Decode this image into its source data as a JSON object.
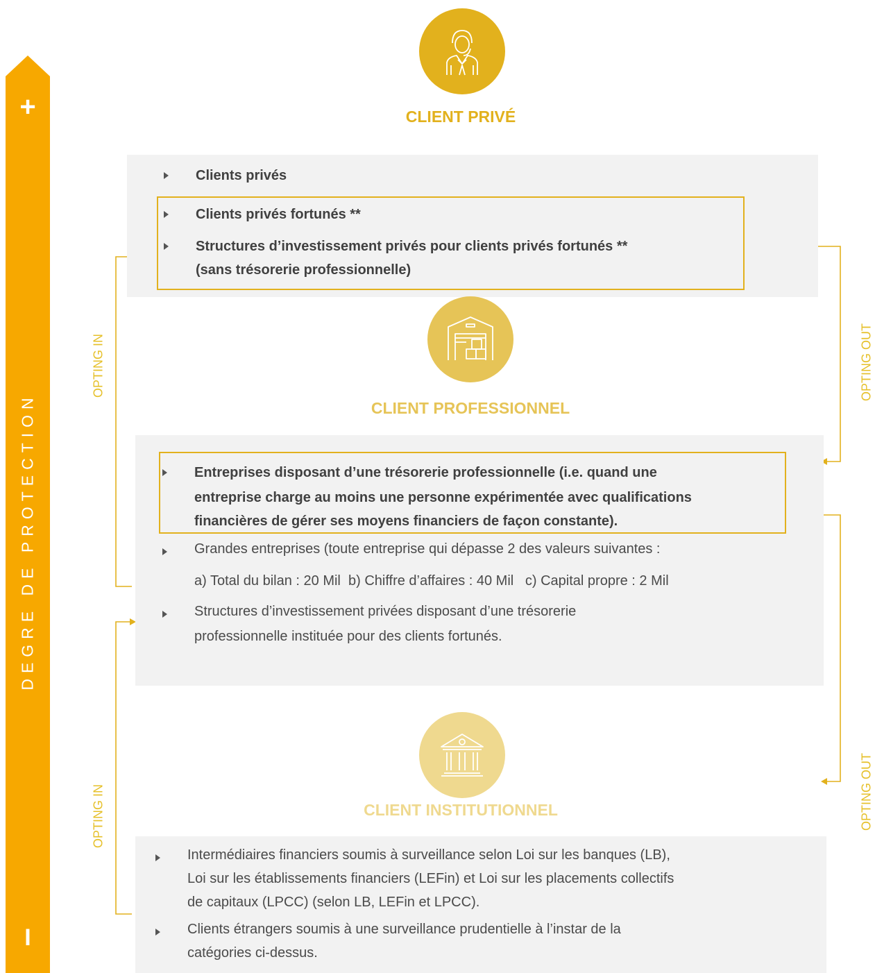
{
  "scale": {
    "title": "DEGRE DE PROTECTION",
    "top_symbol": "+",
    "bottom_symbol": "I"
  },
  "colors": {
    "bar": "#f7a800",
    "gold": "#e2b11d",
    "gold_mid": "#e6c457",
    "gold_light": "#efd98f",
    "panel": "#f2f2f2"
  },
  "categories": {
    "prive": {
      "title": "CLIENT PRIVÉ",
      "icon": "customer-service-agent-icon",
      "items": [
        {
          "text": "Clients privés"
        },
        {
          "text": "Clients privés fortunés **"
        },
        {
          "line1": "Structures d’investissement privés pour clients privés fortunés **",
          "line2": "(sans trésorerie professionnelle)"
        }
      ]
    },
    "professionnel": {
      "title": "CLIENT PROFESSIONNEL",
      "icon": "warehouse-icon",
      "items": [
        {
          "line1": "Entreprises disposant d’une trésorerie professionnelle (i.e. quand une",
          "line2": "entreprise charge au moins une personne expérimentée avec qualifications",
          "line3": "financières de gérer ses moyens financiers de façon constante)."
        },
        {
          "line1": "Grandes entreprises (toute entreprise qui dépasse 2 des valeurs suivantes :",
          "line2": "a) Total du bilan : 20 Mil  b) Chiffre d’affaires : 40 Mil   c) Capital propre : 2 Mil"
        },
        {
          "line1": "Structures d’investissement privées disposant d’une trésorerie",
          "line2": "professionnelle instituée pour des clients fortunés."
        }
      ]
    },
    "institutionnel": {
      "title": "CLIENT INSTITUTIONNEL",
      "icon": "bank-building-icon",
      "items": [
        {
          "line1": "Intermédiaires financiers soumis à surveillance selon Loi sur les banques (LB),",
          "line2": "Loi sur les établissements financiers (LEFin) et Loi sur les placements collectifs",
          "line3": "de capitaux (LPCC) (selon LB, LEFin et LPCC)."
        },
        {
          "line1": "Clients étrangers soumis à une surveillance prudentielle à l’instar de la",
          "line2": "catégories ci-dessus."
        }
      ]
    }
  },
  "labels": {
    "opting_in": "OPTING IN",
    "opting_out": "OPTING OUT"
  }
}
